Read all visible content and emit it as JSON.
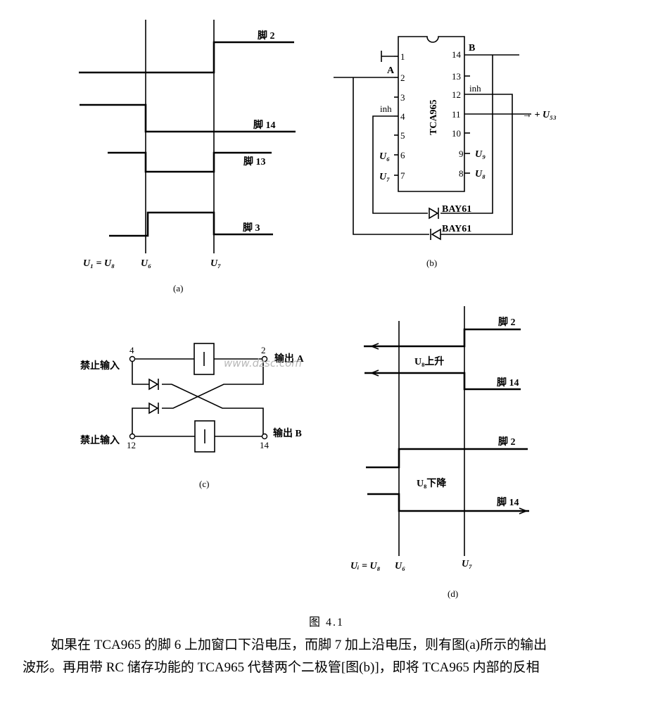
{
  "panel_a": {
    "pin2": "脚 2",
    "pin14": "脚 14",
    "pin13": "脚 13",
    "pin3": "脚 3",
    "u_in": "U₁ = U₈",
    "u6": "U₆",
    "u7": "U₇",
    "tag": "(a)"
  },
  "panel_b": {
    "chip": "TCA965",
    "label_a": "A",
    "label_b": "B",
    "inh_left": "inh",
    "inh_right": "inh",
    "u_out": "→ + U₅₃",
    "u6": "U₆",
    "u7": "U₇",
    "u9": "U₉",
    "u8": "U₈",
    "diode1": "BAY61",
    "diode2": "BAY61",
    "tag": "(b)",
    "left_pins": [
      "1",
      "2",
      "3",
      "4",
      "5",
      "6",
      "7"
    ],
    "right_pins": [
      "14",
      "13",
      "12",
      "11",
      "10",
      "9",
      "8"
    ]
  },
  "panel_c": {
    "inhibit_top": "禁止输入",
    "inhibit_bottom": "禁止输入",
    "pin4": "4",
    "pin2": "2",
    "pin12": "12",
    "pin14": "14",
    "out_a": "输出 A",
    "out_b": "输出 B",
    "tag": "(c)",
    "watermark": "www.dzsc.com"
  },
  "panel_d": {
    "pin2_top": "脚 2",
    "pin14_top": "脚 14",
    "rising": "U₈上升",
    "pin2_bottom": "脚 2",
    "falling": "U₈下降",
    "pin14_bottom": "脚 14",
    "u_in": "Uᵢ = U₈",
    "u6": "U₆",
    "u7": "U₇",
    "tag": "(d)"
  },
  "caption": "图 4.1",
  "paragraph": {
    "line1": "如果在 TCA965 的脚 6 上加窗口下沿电压，而脚 7 加上沿电压，则有图(a)所示的输出",
    "line2": "波形。再用带 RC 储存功能的 TCA965 代替两个二极管[图(b)]，即将 TCA965 内部的反相"
  }
}
